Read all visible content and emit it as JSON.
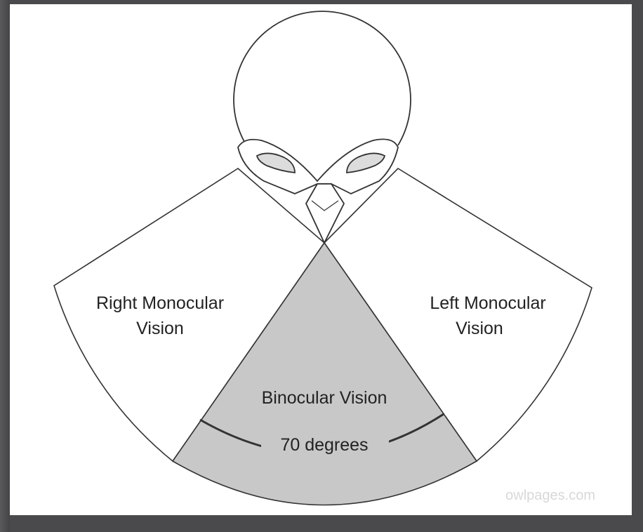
{
  "labels": {
    "right_monocular_line1": "Right Monocular",
    "right_monocular_line2": "Vision",
    "left_monocular_line1": "Left Monocular",
    "left_monocular_line2": "Vision",
    "binocular": "Binocular Vision",
    "angle": "70 degrees"
  },
  "watermark": "owlpages.com",
  "colors": {
    "background": "#4a4a4c",
    "panel": "#ffffff",
    "binocular_fill": "#c8c8c8",
    "stroke": "#333333"
  }
}
